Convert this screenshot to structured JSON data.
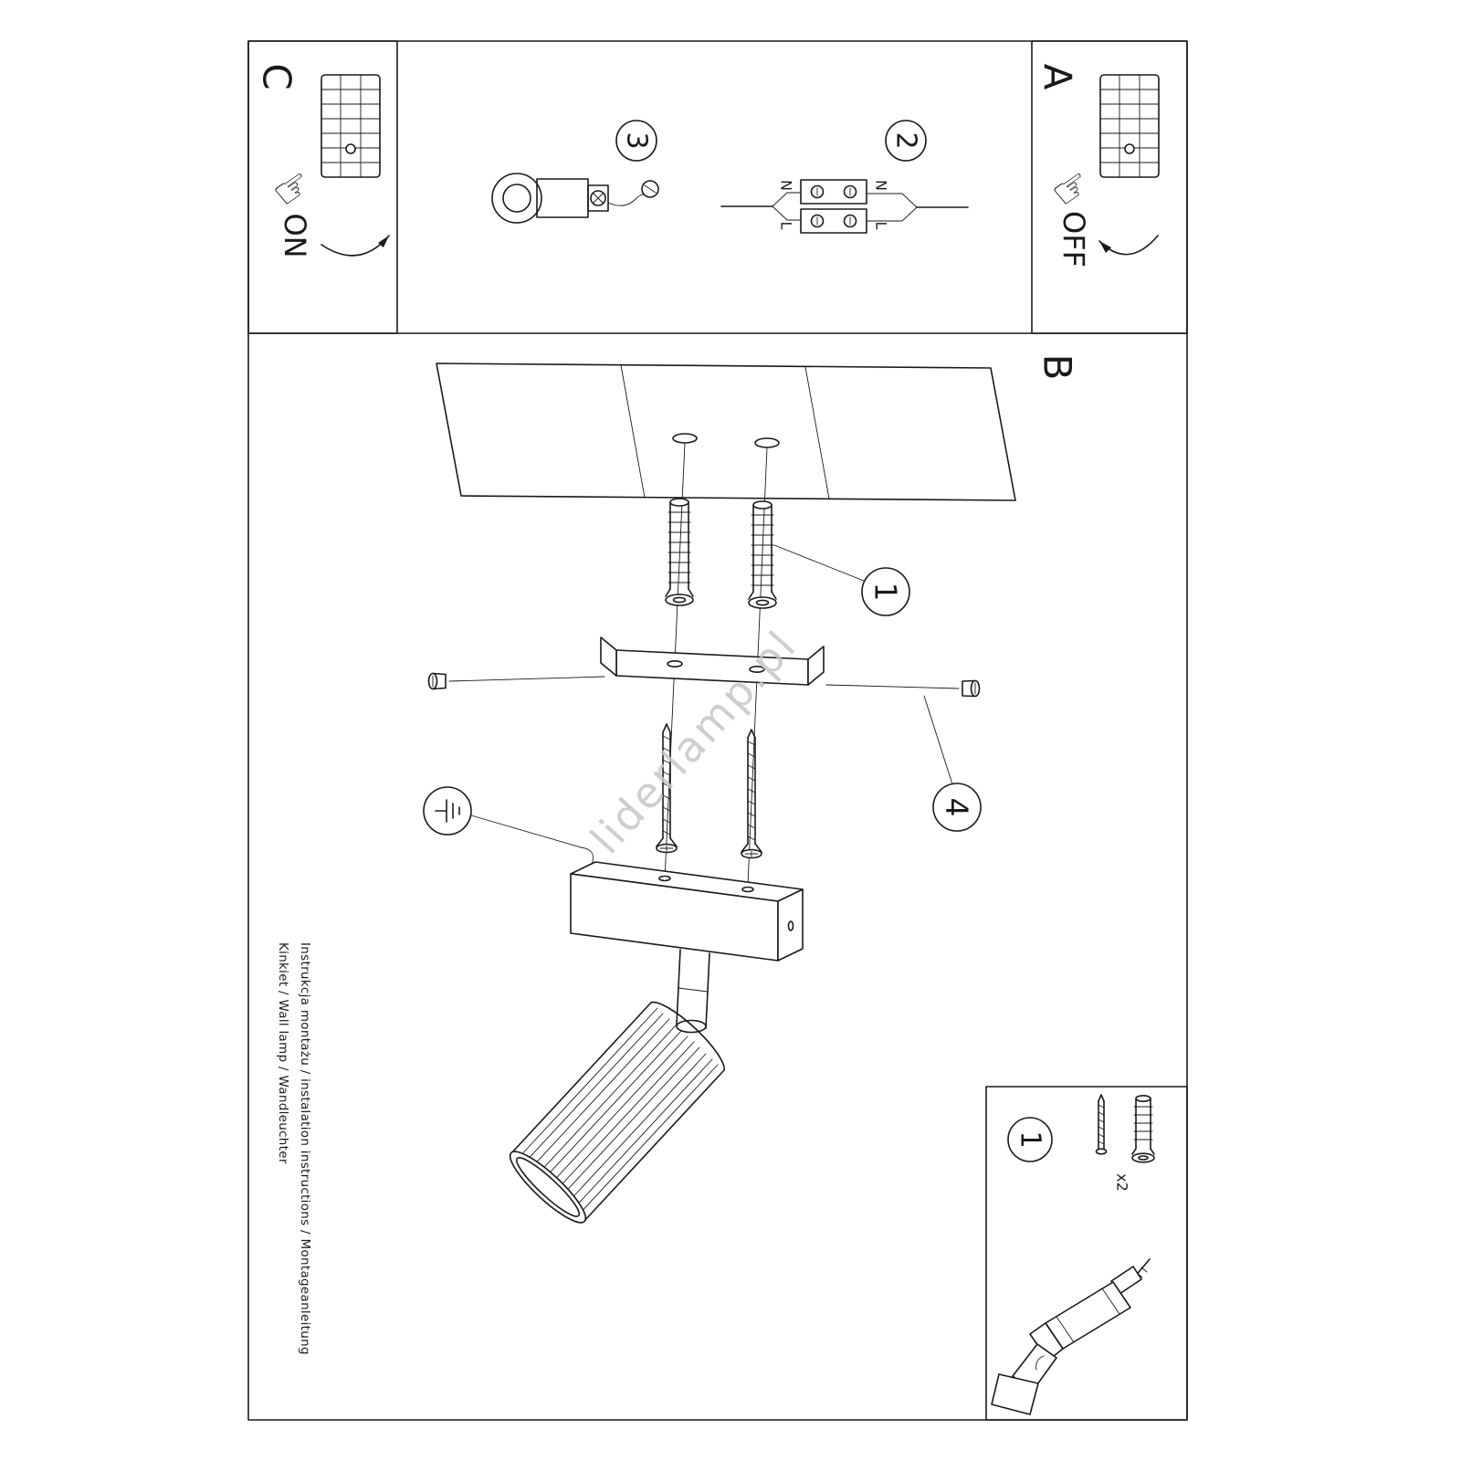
{
  "colors": {
    "ink": "#1a1a1a",
    "paper": "#ffffff",
    "watermark": "#c6c6c6"
  },
  "icons": {
    "hand": "☞"
  },
  "watermark": "liderlamp.pl",
  "panels": {
    "c": {
      "label": "C",
      "state": "ON"
    },
    "a": {
      "label": "A",
      "state": "OFF"
    },
    "b": {
      "label": "B"
    }
  },
  "steps": {
    "s1": "1",
    "s2": "2",
    "s3": "3",
    "s4": "4"
  },
  "wiring": {
    "neutral": "N",
    "live": "L"
  },
  "parts": {
    "step": "1",
    "qty": "x2"
  },
  "footer": {
    "line1": "Instrukcja montażu / instalation instructions / Montageanleitung",
    "line2": "Kinkiet / Wall lamp / Wandleuchter"
  }
}
